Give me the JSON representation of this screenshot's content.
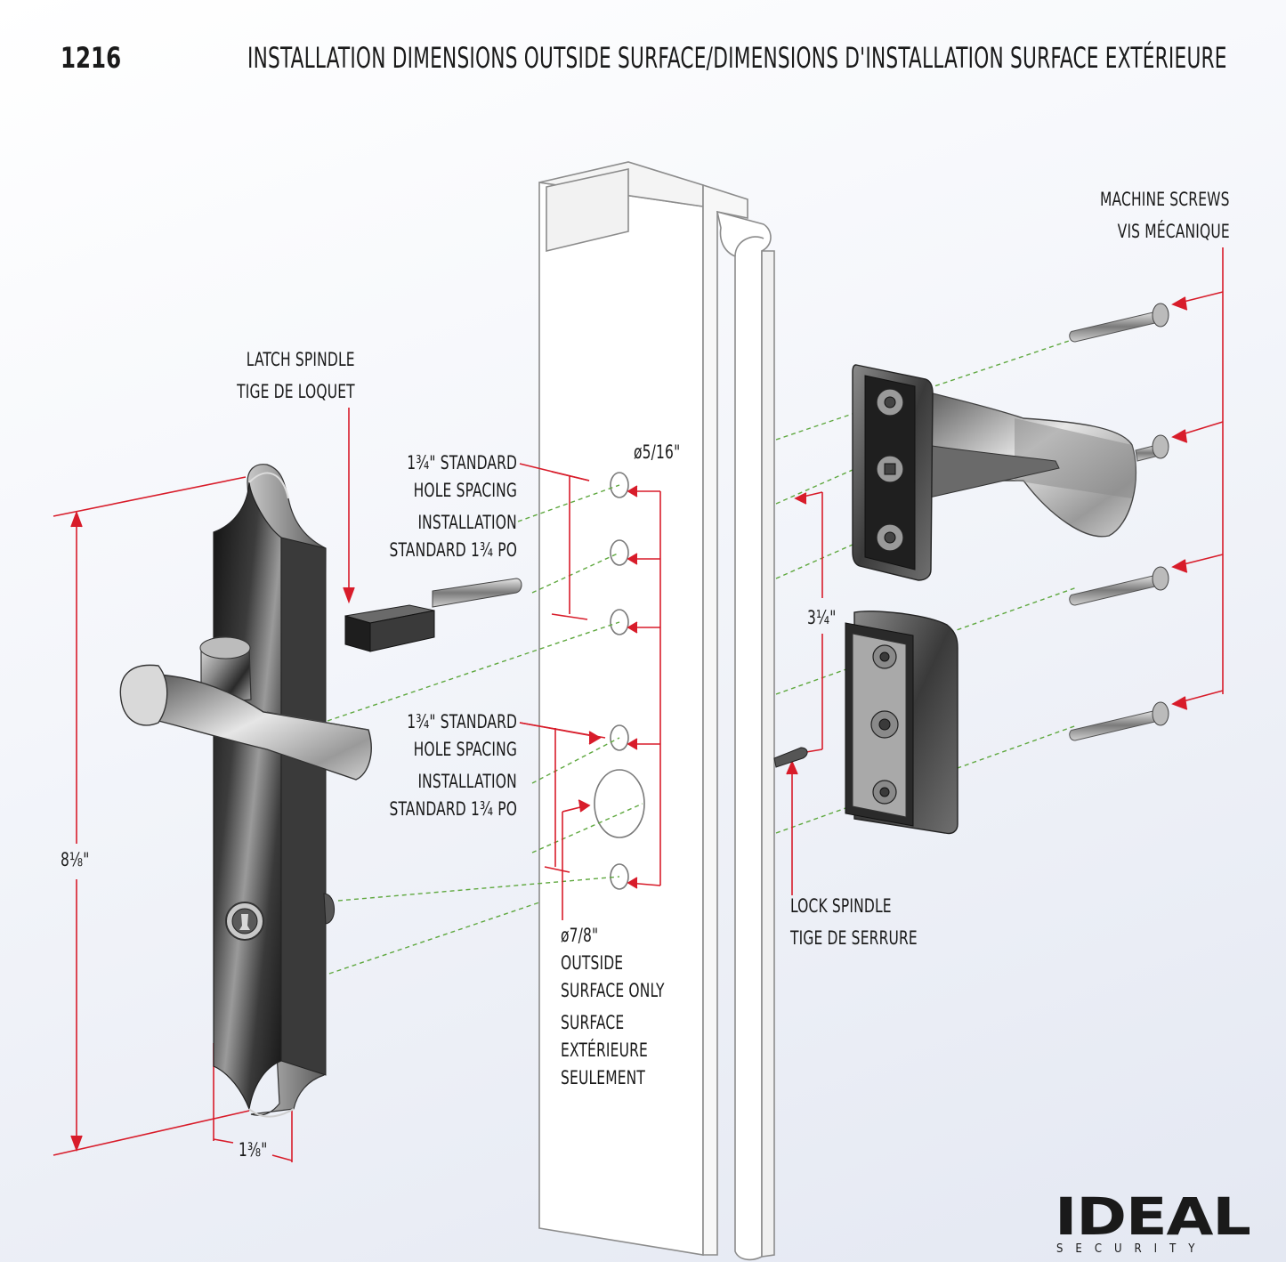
{
  "header": {
    "model": "1216",
    "title": "INSTALLATION DIMENSIONS OUTSIDE SURFACE/DIMENSIONS D'INSTALLATION SURFACE EXTÉRIEURE"
  },
  "labels": {
    "machine_screws_en": "MACHINE SCREWS",
    "machine_screws_fr": "VIS MÉCANIQUE",
    "latch_spindle_en": "LATCH SPINDLE",
    "latch_spindle_fr": "TIGE DE LOQUET",
    "lock_spindle_en": "LOCK SPINDLE",
    "lock_spindle_fr": "TIGE DE SERRURE",
    "upper_spacing": [
      "1¾\" STANDARD",
      "HOLE SPACING",
      "INSTALLATION",
      "STANDARD 1¾ PO"
    ],
    "lower_spacing": [
      "1¾\" STANDARD",
      "HOLE SPACING",
      "INSTALLATION",
      "STANDARD 1¾ PO"
    ],
    "hole_small": "ø5/16\"",
    "hole_large": [
      "ø7/8\"",
      "OUTSIDE",
      "SURFACE ONLY",
      "SURFACE",
      "EXTÉRIEURE",
      "SEULEMENT"
    ],
    "dim_height": "8⅛\"",
    "dim_width": "1⅜\"",
    "dim_inside": "3¼\""
  },
  "logo": {
    "word": "IDEAL",
    "sub": "SECURITY"
  },
  "colors": {
    "dimension": "#d81c2a",
    "guide": "#5fa83f",
    "metal": "#2b2b2b"
  }
}
